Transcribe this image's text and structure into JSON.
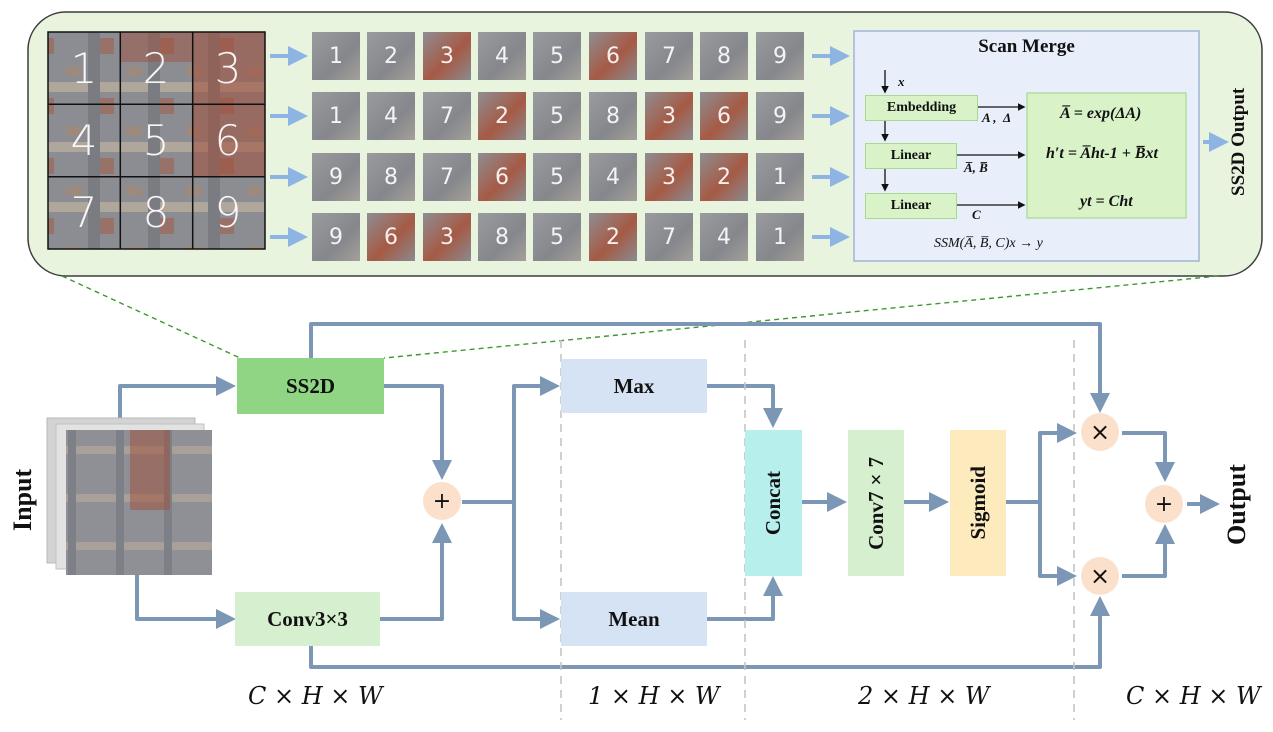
{
  "grid_numbers": [
    "1",
    "2",
    "3",
    "4",
    "5",
    "6",
    "7",
    "8",
    "9"
  ],
  "scan_rows": [
    [
      "1",
      "2",
      "3",
      "4",
      "5",
      "6",
      "7",
      "8",
      "9"
    ],
    [
      "1",
      "4",
      "7",
      "2",
      "5",
      "8",
      "3",
      "6",
      "9"
    ],
    [
      "9",
      "8",
      "7",
      "6",
      "5",
      "4",
      "3",
      "2",
      "1"
    ],
    [
      "9",
      "6",
      "3",
      "8",
      "5",
      "2",
      "7",
      "4",
      "1"
    ]
  ],
  "scan_merge": {
    "title": "Scan Merge",
    "x_label": "x",
    "embedding": "Embedding",
    "linear1": "Linear",
    "linear2": "Linear",
    "edge_a_delta": "A ,  Δ",
    "edge_abar_bbar": "A̅, B̅",
    "edge_c": "C",
    "eq1": "A̅ = exp(ΔA)",
    "eq2": "h′t = A̅ht-1 + B̅xt",
    "eq3": "yt = Cht",
    "ssm": "SSM(A̅, B̅, C)x → y"
  },
  "ss2d_output": "SS2D Output",
  "blocks": {
    "input": "Input",
    "ss2d": "SS2D",
    "conv3": "Conv3×3",
    "max": "Max",
    "mean": "Mean",
    "concat": "Concat",
    "conv7": "Conv7×7",
    "sigmoid": "Sigmoid",
    "output": "Output"
  },
  "ops": {
    "plus": "+",
    "times": "×"
  },
  "dims": [
    "C × H × W",
    "1 × H × W",
    "2 × H × W",
    "C × H × W"
  ],
  "colors": {
    "arrow": "#7c97b6",
    "light_arrow": "#8db4e2",
    "ss2d": "#8fd583",
    "conv3": "#d6f0cf",
    "max_mean": "#d6e3f4",
    "concat": "#b6efec",
    "conv7": "#d6f0cf",
    "sigmoid": "#fdebbd",
    "op": "#fbe0cc",
    "panel": "#e9f4df",
    "scan_merge_bg": "#e8eefa"
  }
}
